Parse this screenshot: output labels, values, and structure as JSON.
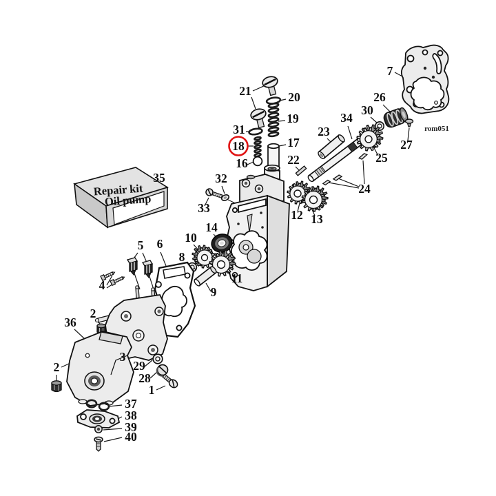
{
  "diagram": {
    "type": "exploded-parts-diagram",
    "subject": "Oil pump assembly",
    "background_color": "#ffffff",
    "line_color": "#111111",
    "watermark": "rom051",
    "highlight": {
      "part": "18",
      "color": "#e01313"
    },
    "repair_kit_box": {
      "part": "35",
      "line1": "Repair kit",
      "line2": "Oil pump"
    }
  },
  "labels": {
    "n1": "1",
    "n2a": "2",
    "n2b": "2",
    "n3": "3",
    "n4": "4",
    "n5": "5",
    "n6": "6",
    "n7": "7",
    "n8": "8",
    "n9": "9",
    "n10": "10",
    "n11": "11",
    "n12": "12",
    "n13": "13",
    "n14": "14",
    "n16": "16",
    "n17": "17",
    "n18": "18",
    "n19": "19",
    "n20": "20",
    "n21": "21",
    "n22": "22",
    "n23": "23",
    "n24": "24",
    "n25": "25",
    "n26": "26",
    "n27": "27",
    "n28": "28",
    "n29": "29",
    "n30": "30",
    "n31": "31",
    "n32": "32",
    "n33": "33",
    "n34": "34",
    "n35": "35",
    "n36": "36",
    "n37": "37",
    "n38": "38",
    "n39": "39",
    "n40": "40"
  }
}
